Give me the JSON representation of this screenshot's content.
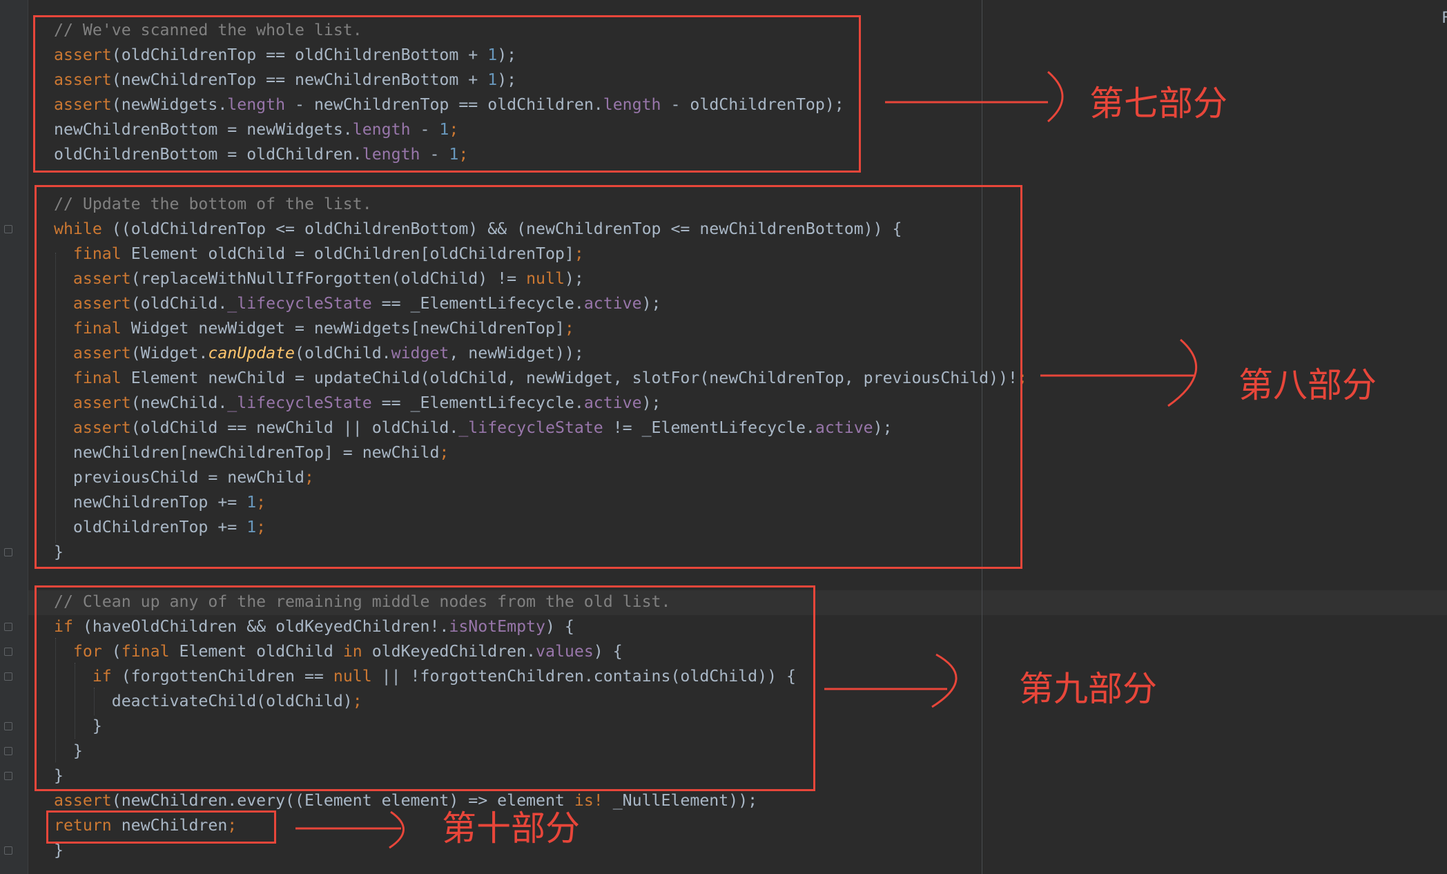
{
  "code_lines": [
    [
      {
        "t": "// We've scanned the whole list.",
        "c": "com"
      }
    ],
    [
      {
        "t": "assert",
        "c": "kw"
      },
      {
        "t": "(oldChildrenTop == oldChildrenBottom + ",
        "c": "pl"
      },
      {
        "t": "1",
        "c": "num"
      },
      {
        "t": ");",
        "c": "pl"
      }
    ],
    [
      {
        "t": "assert",
        "c": "kw"
      },
      {
        "t": "(newChildrenTop == newChildrenBottom + ",
        "c": "pl"
      },
      {
        "t": "1",
        "c": "num"
      },
      {
        "t": ");",
        "c": "pl"
      }
    ],
    [
      {
        "t": "assert",
        "c": "kw"
      },
      {
        "t": "(newWidgets.",
        "c": "pl"
      },
      {
        "t": "length",
        "c": "prop"
      },
      {
        "t": " - newChildrenTop == oldChildren.",
        "c": "pl"
      },
      {
        "t": "length",
        "c": "prop"
      },
      {
        "t": " - oldChildrenTop);",
        "c": "pl"
      }
    ],
    [
      {
        "t": "newChildrenBottom = newWidgets.",
        "c": "pl"
      },
      {
        "t": "length",
        "c": "prop"
      },
      {
        "t": " - ",
        "c": "pl"
      },
      {
        "t": "1",
        "c": "num"
      },
      {
        "t": ";",
        "c": "kw"
      }
    ],
    [
      {
        "t": "oldChildrenBottom = oldChildren.",
        "c": "pl"
      },
      {
        "t": "length",
        "c": "prop"
      },
      {
        "t": " - ",
        "c": "pl"
      },
      {
        "t": "1",
        "c": "num"
      },
      {
        "t": ";",
        "c": "kw"
      }
    ],
    [],
    [
      {
        "t": "// Update the bottom of the list.",
        "c": "com"
      }
    ],
    [
      {
        "t": "while",
        "c": "kw"
      },
      {
        "t": " ((oldChildrenTop <= oldChildrenBottom) && (newChildrenTop <= newChildrenBottom)) {",
        "c": "pl"
      }
    ],
    [
      {
        "t": "  "
      },
      {
        "t": "final",
        "c": "kw"
      },
      {
        "t": " Element oldChild = oldChildren[oldChildrenTop]",
        "c": "pl"
      },
      {
        "t": ";",
        "c": "kw"
      }
    ],
    [
      {
        "t": "  "
      },
      {
        "t": "assert",
        "c": "kw"
      },
      {
        "t": "(replaceWithNullIfForgotten(oldChild) != ",
        "c": "pl"
      },
      {
        "t": "null",
        "c": "kw"
      },
      {
        "t": ");",
        "c": "pl"
      }
    ],
    [
      {
        "t": "  "
      },
      {
        "t": "assert",
        "c": "kw"
      },
      {
        "t": "(oldChild.",
        "c": "pl"
      },
      {
        "t": "_lifecycleState",
        "c": "prop"
      },
      {
        "t": " == _ElementLifecycle.",
        "c": "pl"
      },
      {
        "t": "active",
        "c": "prop"
      },
      {
        "t": ");",
        "c": "pl"
      }
    ],
    [
      {
        "t": "  "
      },
      {
        "t": "final",
        "c": "kw"
      },
      {
        "t": " Widget newWidget = newWidgets[newChildrenTop]",
        "c": "pl"
      },
      {
        "t": ";",
        "c": "kw"
      }
    ],
    [
      {
        "t": "  "
      },
      {
        "t": "assert",
        "c": "kw"
      },
      {
        "t": "(Widget.",
        "c": "pl"
      },
      {
        "t": "canUpdate",
        "c": "fn"
      },
      {
        "t": "(oldChild.",
        "c": "pl"
      },
      {
        "t": "widget",
        "c": "prop"
      },
      {
        "t": ", newWidget));",
        "c": "pl"
      }
    ],
    [
      {
        "t": "  "
      },
      {
        "t": "final",
        "c": "kw"
      },
      {
        "t": " Element newChild = updateChild(oldChild, newWidget, slotFor(newChildrenTop, previousChild))!",
        "c": "pl"
      },
      {
        "t": ";",
        "c": "kw"
      }
    ],
    [
      {
        "t": "  "
      },
      {
        "t": "assert",
        "c": "kw"
      },
      {
        "t": "(newChild.",
        "c": "pl"
      },
      {
        "t": "_lifecycleState",
        "c": "prop"
      },
      {
        "t": " == _ElementLifecycle.",
        "c": "pl"
      },
      {
        "t": "active",
        "c": "prop"
      },
      {
        "t": ");",
        "c": "pl"
      }
    ],
    [
      {
        "t": "  "
      },
      {
        "t": "assert",
        "c": "kw"
      },
      {
        "t": "(oldChild == newChild || oldChild.",
        "c": "pl"
      },
      {
        "t": "_lifecycleState",
        "c": "prop"
      },
      {
        "t": " != _ElementLifecycle.",
        "c": "pl"
      },
      {
        "t": "active",
        "c": "prop"
      },
      {
        "t": ");",
        "c": "pl"
      }
    ],
    [
      {
        "t": "  newChildren[newChildrenTop] = newChild",
        "c": "pl"
      },
      {
        "t": ";",
        "c": "kw"
      }
    ],
    [
      {
        "t": "  previousChild = newChild",
        "c": "pl"
      },
      {
        "t": ";",
        "c": "kw"
      }
    ],
    [
      {
        "t": "  newChildrenTop += ",
        "c": "pl"
      },
      {
        "t": "1",
        "c": "num"
      },
      {
        "t": ";",
        "c": "kw"
      }
    ],
    [
      {
        "t": "  oldChildrenTop += ",
        "c": "pl"
      },
      {
        "t": "1",
        "c": "num"
      },
      {
        "t": ";",
        "c": "kw"
      }
    ],
    [
      {
        "t": "}",
        "c": "pl"
      }
    ],
    [],
    [
      {
        "t": "// Clean up any of the remaining middle nodes from the old list.",
        "c": "com"
      }
    ],
    [
      {
        "t": "if",
        "c": "kw"
      },
      {
        "t": " (haveOldChildren && oldKeyedChildren!.",
        "c": "pl"
      },
      {
        "t": "isNotEmpty",
        "c": "prop"
      },
      {
        "t": ") {",
        "c": "pl"
      }
    ],
    [
      {
        "t": "  "
      },
      {
        "t": "for",
        "c": "kw"
      },
      {
        "t": " (",
        "c": "pl"
      },
      {
        "t": "final",
        "c": "kw"
      },
      {
        "t": " Element oldChild ",
        "c": "pl"
      },
      {
        "t": "in",
        "c": "kw"
      },
      {
        "t": " oldKeyedChildren.",
        "c": "pl"
      },
      {
        "t": "values",
        "c": "prop"
      },
      {
        "t": ") {",
        "c": "pl"
      }
    ],
    [
      {
        "t": "    "
      },
      {
        "t": "if",
        "c": "kw"
      },
      {
        "t": " (forgottenChildren == ",
        "c": "pl"
      },
      {
        "t": "null",
        "c": "kw"
      },
      {
        "t": " || !forgottenChildren.contains(oldChild)) {",
        "c": "pl"
      }
    ],
    [
      {
        "t": "      deactivateChild(oldChild)",
        "c": "pl"
      },
      {
        "t": ";",
        "c": "kw"
      }
    ],
    [
      {
        "t": "    }",
        "c": "pl"
      }
    ],
    [
      {
        "t": "  }",
        "c": "pl"
      }
    ],
    [
      {
        "t": "}",
        "c": "pl"
      }
    ],
    [
      {
        "t": "assert",
        "c": "kw"
      },
      {
        "t": "(newChildren.every((Element element) => element ",
        "c": "pl"
      },
      {
        "t": "is!",
        "c": "kw"
      },
      {
        "t": " _NullElement));",
        "c": "pl"
      }
    ],
    [
      {
        "t": "return",
        "c": "kw"
      },
      {
        "t": " newChildren",
        "c": "pl"
      },
      {
        "t": ";",
        "c": "kw"
      }
    ],
    [
      {
        "t": "}",
        "c": "pl"
      }
    ]
  ],
  "annotations": {
    "part7": "第七部分",
    "part8": "第八部分",
    "part9": "第九部分",
    "part10": "第十部分"
  },
  "edge_char": "F",
  "colors": {
    "background": "#2b2b2b",
    "keyword": "#cc7832",
    "comment": "#808080",
    "number": "#6897bb",
    "property": "#9876aa",
    "function": "#ffc66d",
    "plain": "#a9b7c6",
    "annotation": "#e8463a"
  }
}
